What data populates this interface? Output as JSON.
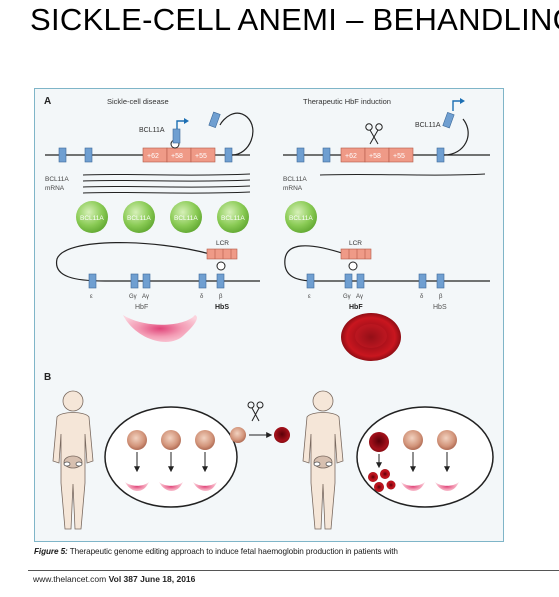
{
  "slide": {
    "title": "SICKLE-CELL ANEMI – BEHANDLING"
  },
  "figure": {
    "panel_a": {
      "label": "A",
      "left_title": "Sickle-cell disease",
      "right_title": "Therapeutic HbF induction",
      "gene": "BCL11A",
      "mrna_line1": "BCL11A",
      "mrna_line2": "mRNA",
      "enhancers": [
        "+62",
        "+58",
        "+55"
      ],
      "protein_label": "BCL11A",
      "lcr": "LCR",
      "genes": [
        "ε",
        "Gγ",
        "Aγ",
        "δ",
        "β"
      ],
      "hbf": "HbF",
      "hbs": "HbS"
    },
    "panel_b": {
      "label": "B"
    }
  },
  "caption": {
    "figure_label": "Figure 5:",
    "text": " Therapeutic genome editing approach to induce fetal haemoglobin production in patients with"
  },
  "footer": {
    "site": "www.thelancet.com ",
    "volume": "Vol 387 June 18, 2016"
  },
  "colors": {
    "frame": "#7fb5c8",
    "gene_box": "#6f9fd1",
    "enhancer": "#ef9a87",
    "protein": "#7cbf4a",
    "sickle_cell": "#f1a8b8",
    "normal_cell": "#b3121c",
    "arrow_blue": "#1c6fb3"
  },
  "icons": [
    "scissors-icon",
    "promoter-arrow-icon",
    "human-figure-icon",
    "red-blood-cell-icon",
    "sickle-cell-icon"
  ]
}
